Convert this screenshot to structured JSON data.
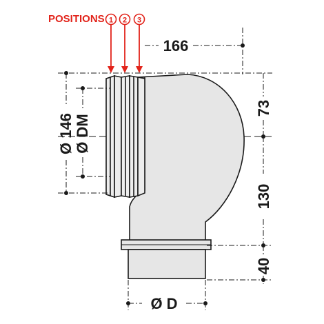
{
  "positions": {
    "title": "POSITIONS",
    "numbers": [
      "1",
      "2",
      "3"
    ]
  },
  "dimensions": {
    "width_top": "166",
    "height_upper": "73",
    "height_middle": "130",
    "height_bottom": "40",
    "outer_diameter": "Ø 146",
    "inner_diameter": "Ø DM",
    "outlet_diameter": "Ø D"
  },
  "colors": {
    "accent": "#e2231a",
    "line": "#1a1a1a",
    "pipe_fill": "#e6e6e6"
  }
}
